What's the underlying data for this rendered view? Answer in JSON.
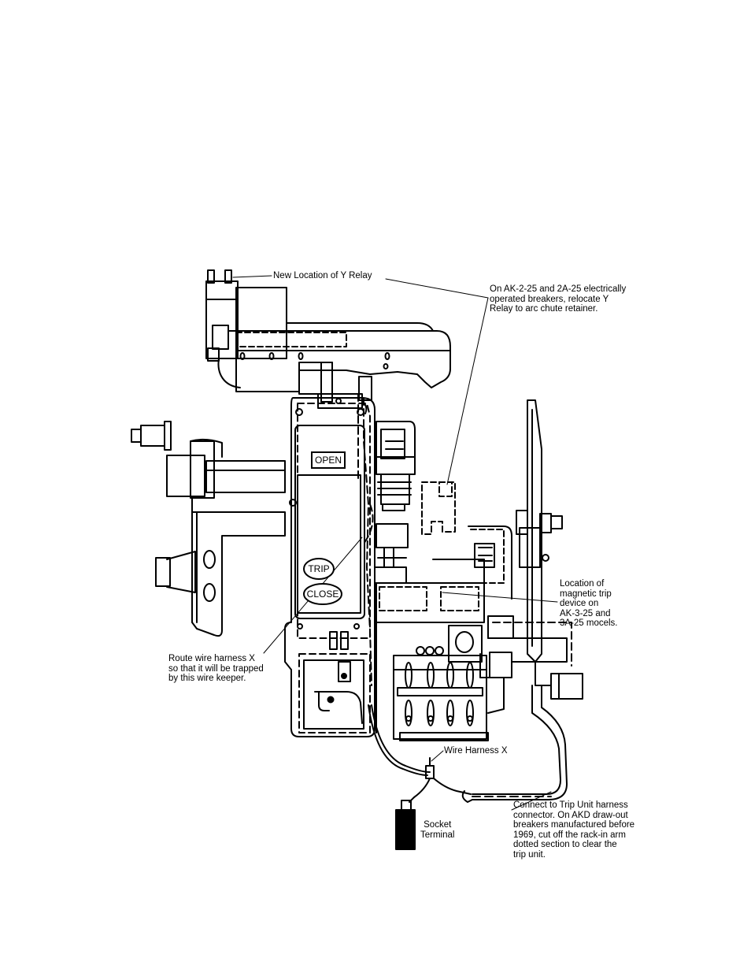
{
  "panel_labels": {
    "open": "OPEN",
    "trip": "TRIP",
    "close": "CLOSE"
  },
  "callouts": {
    "new_location": "New Location of Y Relay",
    "relocate": [
      "On AK-2-25 and 2A-25 electrically",
      "operated breakers, relocate Y",
      "Relay to arc chute retainer."
    ],
    "magnetic_trip": [
      "Location of",
      "magnetic trip",
      "device on",
      "AK-3-25 and",
      "3A-25 mocels."
    ],
    "route_harness": [
      "Route wire harness X",
      "so that it will be trapped",
      "by this wire keeper."
    ],
    "wire_harness": "Wire Harness X",
    "socket": [
      "Socket",
      "Terminal"
    ],
    "connect_trip": [
      "Connect to Trip Unit harness",
      "connector. On AKD draw-out",
      "breakers manufactured before",
      "1969, cut off the rack-in arm",
      "dotted section to clear the",
      "trip unit."
    ]
  }
}
